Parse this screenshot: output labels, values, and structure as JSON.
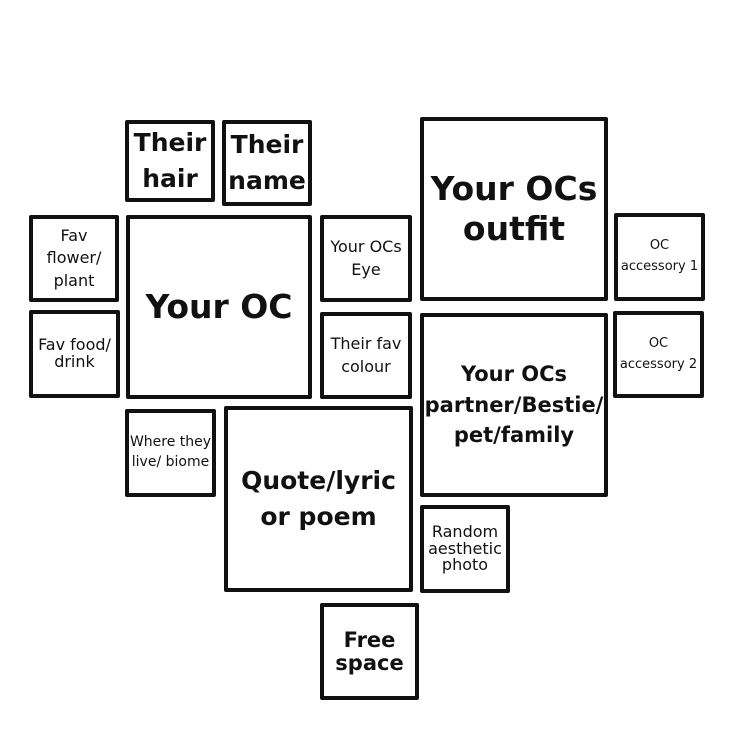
{
  "boxes": {
    "their_hair": "Their\nhair",
    "their_name": "Their\nname",
    "outfit": "Your OCs\noutfit",
    "fav_flower": "Fav\nflower/\nplant",
    "your_oc": "Your OC",
    "eye": "Your OCs\nEye",
    "accessory_1": "OC\naccessory 1",
    "fav_food": "Fav food/\ndrink",
    "fav_colour": "Their fav\ncolour",
    "partner": "Your OCs\npartner/Bestie/\npet/family",
    "accessory_2": "OC\naccessory 2",
    "where_live": "Where they\nlive/ biome",
    "quote": "Quote/lyric\nor poem",
    "random_photo": "Random\naesthetic\nphoto",
    "free_space": "Free\nspace"
  }
}
